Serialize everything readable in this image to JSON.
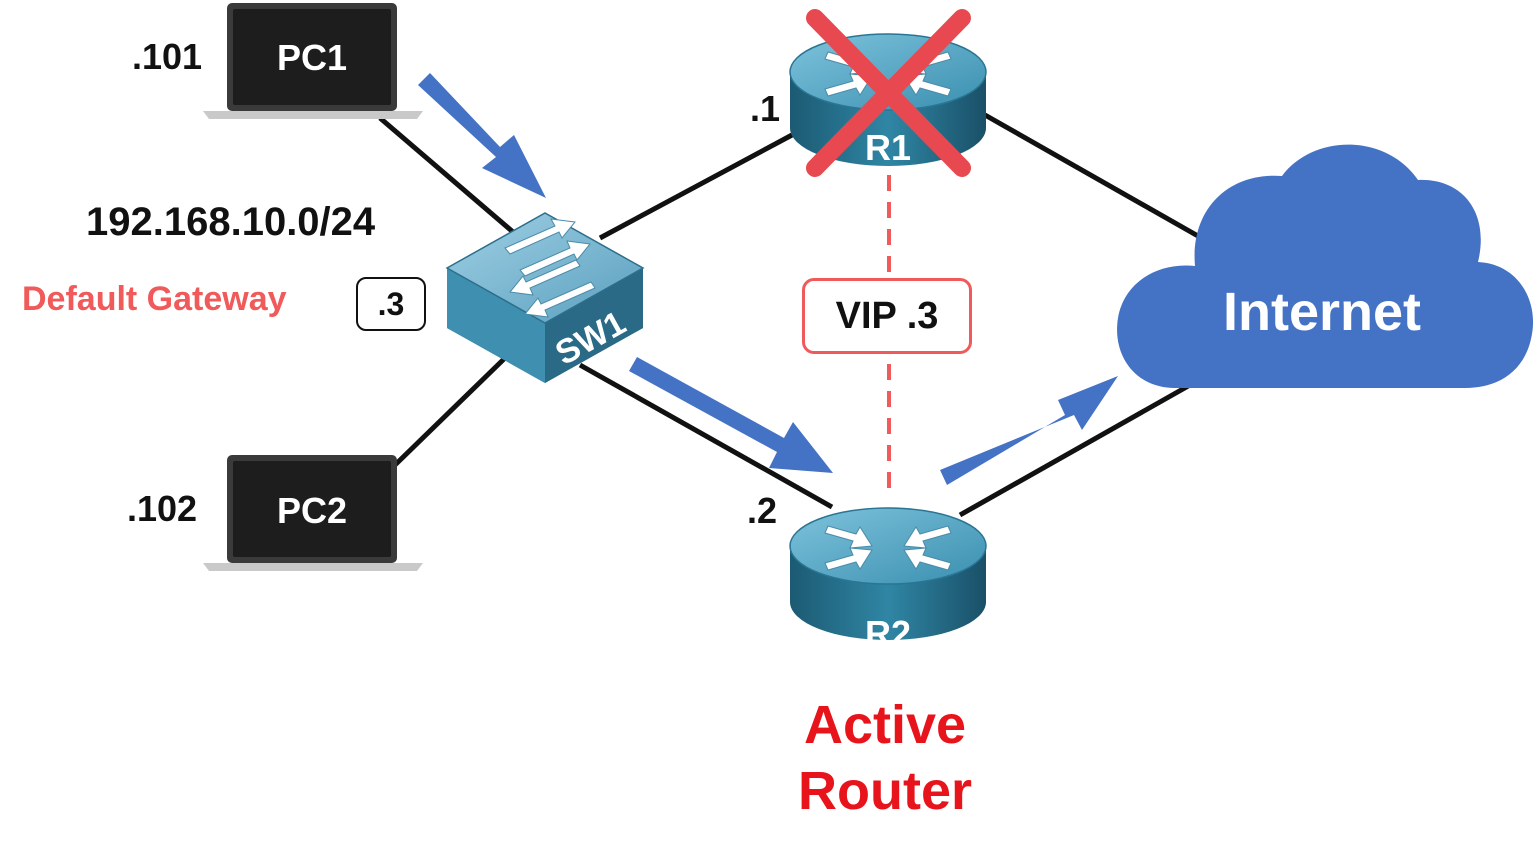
{
  "pc1": {
    "label": "PC1",
    "ip": ".101"
  },
  "pc2": {
    "label": "PC2",
    "ip": ".102"
  },
  "subnet": "192.168.10.0/24",
  "gateway": {
    "label": "Default Gateway",
    "value": ".3"
  },
  "sw1": {
    "label": "SW1"
  },
  "r1": {
    "label": "R1",
    "ip": ".1",
    "status": "failed"
  },
  "r2": {
    "label": "R2",
    "ip": ".2",
    "role_line1": "Active",
    "role_line2": "Router"
  },
  "vip": {
    "label": "VIP .3"
  },
  "internet": {
    "label": "Internet"
  },
  "colors": {
    "arrow": "#4472c4",
    "cloud": "#4472c4",
    "failure_x": "#e8484f",
    "vip_link": "#f05a5a",
    "gateway_text": "#f05a5a",
    "active_router_text": "#e8141c",
    "router_body": "#2e7d98",
    "switch_body": "#5fa3c0"
  }
}
